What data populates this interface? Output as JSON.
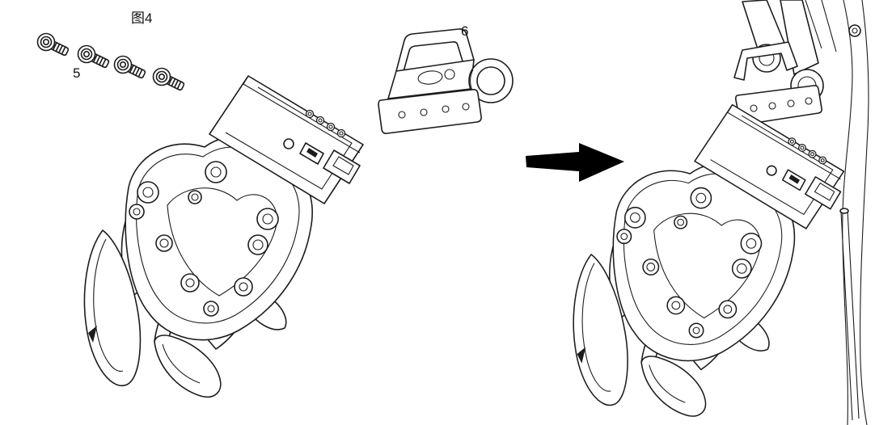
{
  "figure": {
    "title": "图4",
    "part_labels": {
      "screws": "5",
      "bracket": "6"
    }
  },
  "icons": {
    "assembly-arrow": "right-arrow"
  },
  "colors": {
    "line": "#1c1c1c",
    "arrow": "#000000",
    "background": "#ffffff"
  }
}
